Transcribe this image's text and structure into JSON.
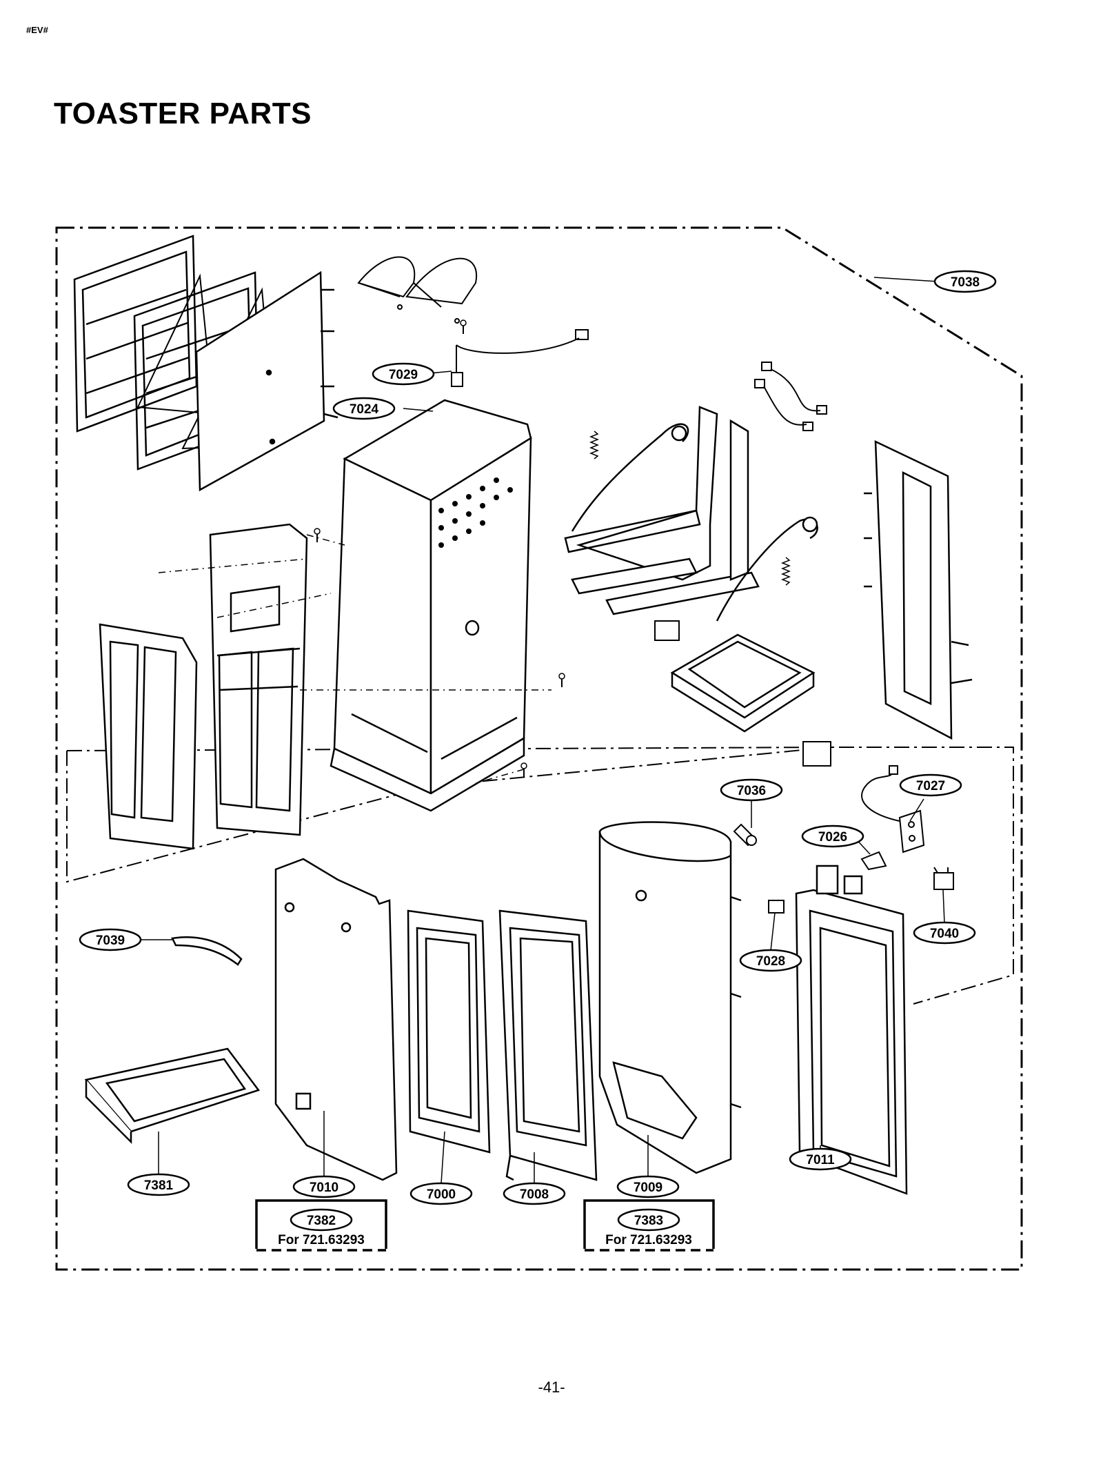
{
  "header": {
    "tag": "#EV#",
    "title": "TOASTER PARTS"
  },
  "parts": [
    {
      "id": "p7038",
      "number": "7038"
    },
    {
      "id": "p7029",
      "number": "7029"
    },
    {
      "id": "p7024",
      "number": "7024"
    },
    {
      "id": "p7036",
      "number": "7036"
    },
    {
      "id": "p7027",
      "number": "7027"
    },
    {
      "id": "p7026",
      "number": "7026"
    },
    {
      "id": "p7039",
      "number": "7039"
    },
    {
      "id": "p7040",
      "number": "7040"
    },
    {
      "id": "p7028",
      "number": "7028"
    },
    {
      "id": "p7381",
      "number": "7381"
    },
    {
      "id": "p7010",
      "number": "7010"
    },
    {
      "id": "p7000",
      "number": "7000"
    },
    {
      "id": "p7008",
      "number": "7008"
    },
    {
      "id": "p7009",
      "number": "7009"
    },
    {
      "id": "p7011",
      "number": "7011"
    },
    {
      "id": "p7382",
      "number": "7382"
    },
    {
      "id": "p7383",
      "number": "7383"
    }
  ],
  "notes": {
    "n7382": "For 721.63293",
    "n7383": "For 721.63293"
  },
  "footer": {
    "page": "-41-"
  }
}
